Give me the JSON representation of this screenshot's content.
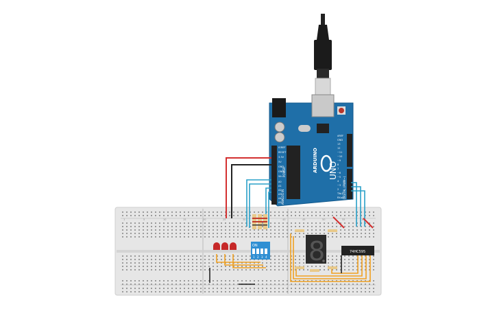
{
  "arduino": {
    "brand": "ARDUINO",
    "model": "UNO",
    "power_header_label": "POWER",
    "power_pins": [
      "IOREF",
      "RESET",
      "3.3V",
      "5V",
      "GND",
      "GND",
      "Vin"
    ],
    "analog_header_label": "ANALOG IN",
    "analog_pins": [
      "A0",
      "A1",
      "A2",
      "A3",
      "A4",
      "A5"
    ],
    "digital_header_label": "DIGITAL (PWM~)",
    "digital_pins": [
      "AREF",
      "GND",
      "13",
      "12",
      "~11",
      "~10",
      "~9",
      "8",
      "7",
      "~6",
      "~5",
      "4",
      "~3",
      "2",
      "TX▸1",
      "RX◂0"
    ],
    "board_color": "#1f6fa8",
    "header_color": "#222222"
  },
  "dip_switch": {
    "on_label": "ON",
    "positions": [
      "1",
      "2",
      "3",
      "4"
    ]
  },
  "seven_segment": {
    "digit": "8",
    "dp_lit": true
  },
  "shift_register": {
    "label": "74HC595"
  },
  "breadboard": {
    "column_markers": [
      "1",
      "5",
      "10",
      "15",
      "20",
      "25",
      "30",
      "35",
      "40",
      "45",
      "50",
      "55",
      "60"
    ]
  },
  "wire_colors": {
    "red": "#d32f2f",
    "black": "#222222",
    "cyan": "#29a0c8",
    "orange": "#f0a020"
  },
  "leds": {
    "count": 3,
    "color": "#c62828"
  }
}
